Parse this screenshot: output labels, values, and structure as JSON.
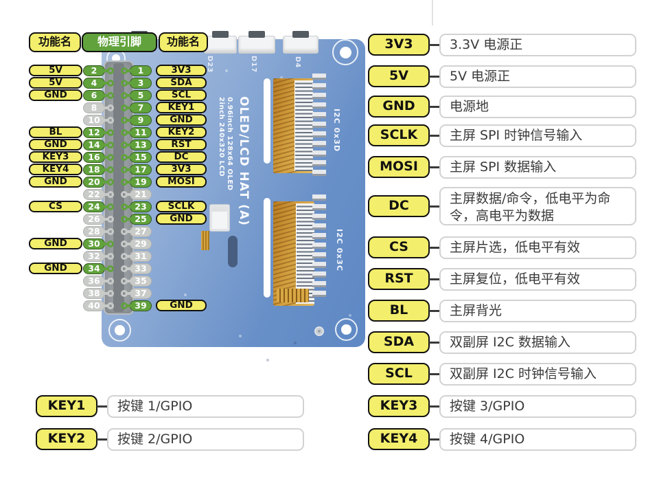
{
  "top_legend": {
    "left": "功能名",
    "center": "物理引脚",
    "right": "功能名"
  },
  "board": {
    "title": "OLED/LCD HAT (A)",
    "subtitle1": "0.96inch 128x64 OLED",
    "subtitle2": "2inch 240x320 LCD",
    "i2c_top": "I2C 0x3D",
    "i2c_bottom": "I2C 0x3C",
    "switch_labels": [
      "D23",
      "D17",
      "D4"
    ],
    "logo_mark": "▲",
    "registered_mark": "®"
  },
  "colors": {
    "label_yellow": "#f3ee6b",
    "pin_green": "#61a23c",
    "pin_gray": "#c9cbc9",
    "board_blue": "#5b86c3"
  },
  "pin_rows": [
    {
      "left_label": "5V",
      "left_pin": "2",
      "left_used": true,
      "right_pin": "1",
      "right_used": true,
      "right_label": "3V3"
    },
    {
      "left_label": "5V",
      "left_pin": "4",
      "left_used": true,
      "right_pin": "3",
      "right_used": true,
      "right_label": "SDA"
    },
    {
      "left_label": "GND",
      "left_pin": "6",
      "left_used": true,
      "right_pin": "5",
      "right_used": true,
      "right_label": "SCL"
    },
    {
      "left_label": "",
      "left_pin": "8",
      "left_used": false,
      "right_pin": "7",
      "right_used": true,
      "right_label": "KEY1"
    },
    {
      "left_label": "",
      "left_pin": "10",
      "left_used": false,
      "right_pin": "9",
      "right_used": true,
      "right_label": "GND"
    },
    {
      "left_label": "BL",
      "left_pin": "12",
      "left_used": true,
      "right_pin": "11",
      "right_used": true,
      "right_label": "KEY2"
    },
    {
      "left_label": "GND",
      "left_pin": "14",
      "left_used": true,
      "right_pin": "13",
      "right_used": true,
      "right_label": "RST"
    },
    {
      "left_label": "KEY3",
      "left_pin": "16",
      "left_used": true,
      "right_pin": "15",
      "right_used": true,
      "right_label": "DC"
    },
    {
      "left_label": "KEY4",
      "left_pin": "18",
      "left_used": true,
      "right_pin": "17",
      "right_used": true,
      "right_label": "3V3"
    },
    {
      "left_label": "GND",
      "left_pin": "20",
      "left_used": true,
      "right_pin": "19",
      "right_used": true,
      "right_label": "MOSI"
    },
    {
      "left_label": "",
      "left_pin": "22",
      "left_used": false,
      "right_pin": "21",
      "right_used": false,
      "right_label": ""
    },
    {
      "left_label": "CS",
      "left_pin": "24",
      "left_used": true,
      "right_pin": "23",
      "right_used": true,
      "right_label": "SCLK"
    },
    {
      "left_label": "",
      "left_pin": "26",
      "left_used": false,
      "right_pin": "25",
      "right_used": true,
      "right_label": "GND"
    },
    {
      "left_label": "",
      "left_pin": "28",
      "left_used": false,
      "right_pin": "27",
      "right_used": false,
      "right_label": ""
    },
    {
      "left_label": "GND",
      "left_pin": "30",
      "left_used": true,
      "right_pin": "29",
      "right_used": false,
      "right_label": ""
    },
    {
      "left_label": "",
      "left_pin": "32",
      "left_used": false,
      "right_pin": "31",
      "right_used": false,
      "right_label": ""
    },
    {
      "left_label": "GND",
      "left_pin": "34",
      "left_used": true,
      "right_pin": "33",
      "right_used": false,
      "right_label": ""
    },
    {
      "left_label": "",
      "left_pin": "36",
      "left_used": false,
      "right_pin": "35",
      "right_used": false,
      "right_label": ""
    },
    {
      "left_label": "",
      "left_pin": "38",
      "left_used": false,
      "right_pin": "37",
      "right_used": false,
      "right_label": ""
    },
    {
      "left_label": "",
      "left_pin": "40",
      "left_used": false,
      "right_pin": "39",
      "right_used": true,
      "right_label": "GND"
    }
  ],
  "legend": [
    {
      "name": "3V3",
      "desc": "3.3V 电源正",
      "two_line": false
    },
    {
      "name": "5V",
      "desc": "5V 电源正",
      "two_line": false
    },
    {
      "name": "GND",
      "desc": "电源地",
      "two_line": false
    },
    {
      "name": "SCLK",
      "desc": "主屏 SPI 时钟信号输入",
      "two_line": false
    },
    {
      "name": "MOSI",
      "desc": "主屏 SPI 数据输入",
      "two_line": false
    },
    {
      "name": "DC",
      "desc": "主屏数据/命令，低电平为命令，高电平为数据",
      "two_line": true
    },
    {
      "name": "CS",
      "desc": "主屏片选，低电平有效",
      "two_line": false
    },
    {
      "name": "RST",
      "desc": "主屏复位，低电平有效",
      "two_line": false
    },
    {
      "name": "BL",
      "desc": "主屏背光",
      "two_line": false
    },
    {
      "name": "SDA",
      "desc": "双副屏 I2C 数据输入",
      "two_line": false
    },
    {
      "name": "SCL",
      "desc": "双副屏 I2C 时钟信号输入",
      "two_line": false
    }
  ],
  "keys": [
    {
      "name": "KEY1",
      "desc": "按键 1/GPIO",
      "col": "left"
    },
    {
      "name": "KEY2",
      "desc": "按键 2/GPIO",
      "col": "left"
    },
    {
      "name": "KEY3",
      "desc": "按键 3/GPIO",
      "col": "right"
    },
    {
      "name": "KEY4",
      "desc": "按键 4/GPIO",
      "col": "right"
    }
  ]
}
